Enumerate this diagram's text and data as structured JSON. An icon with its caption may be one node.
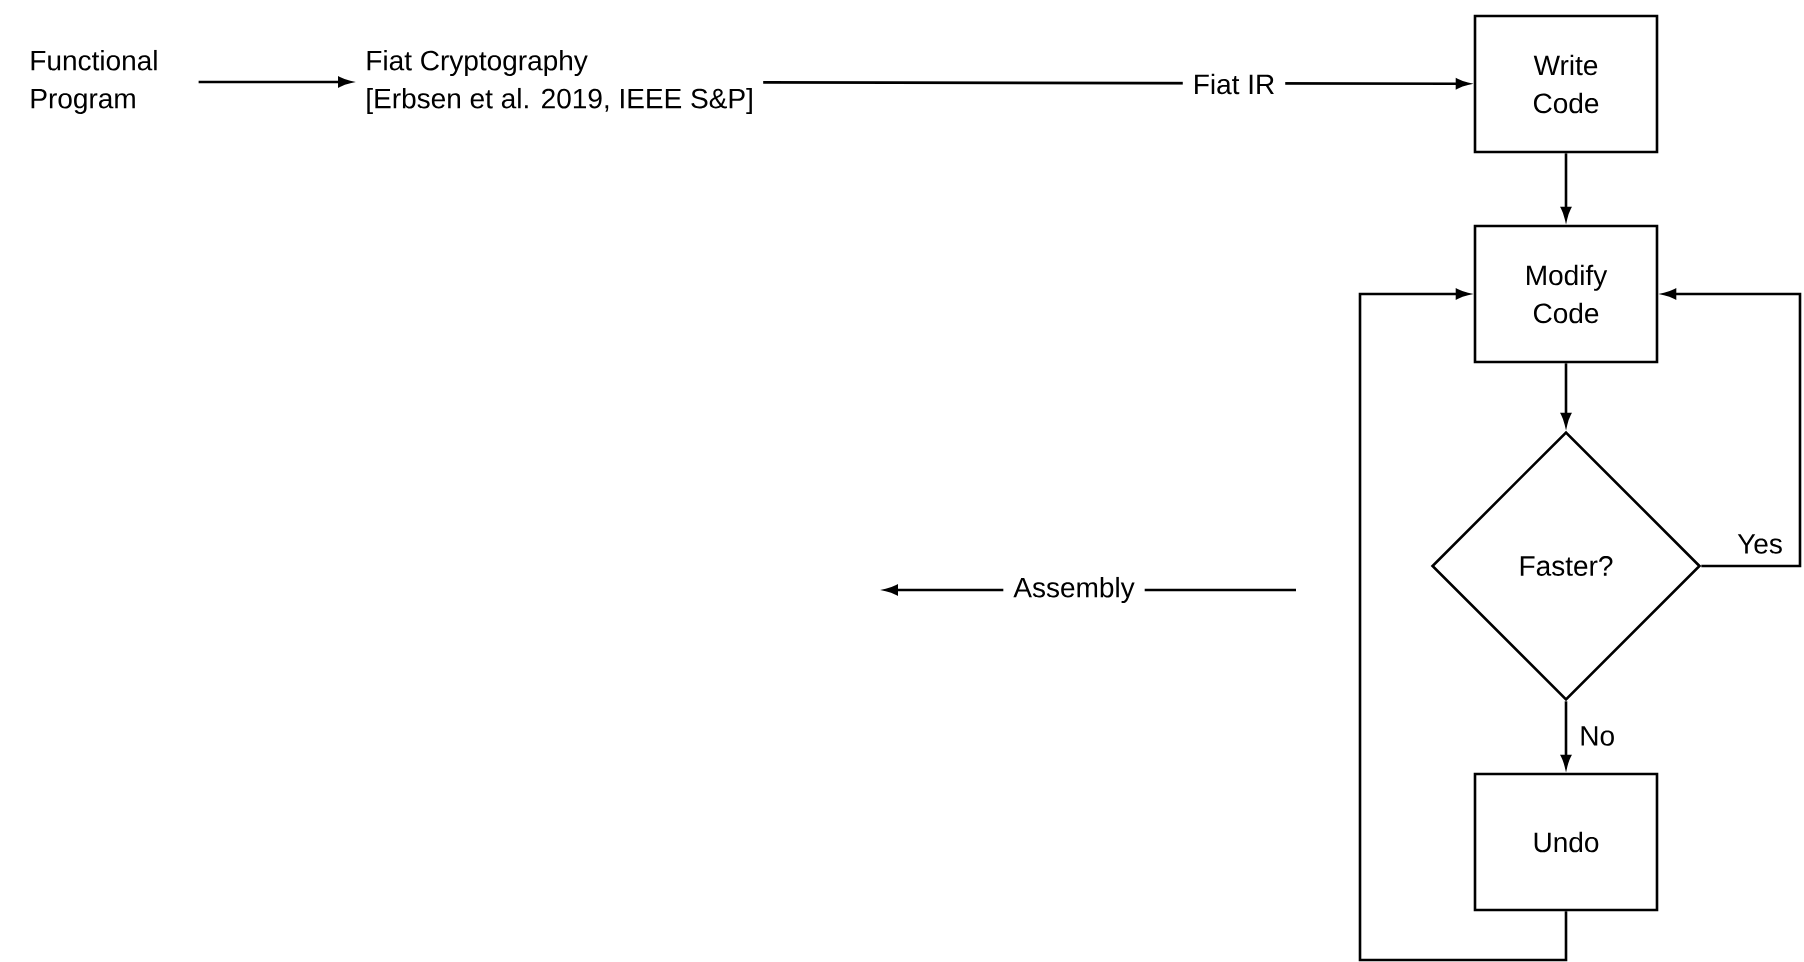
{
  "diagram": {
    "nodes": [
      {
        "text": [
          "Functional Program"
        ]
      },
      {
        "text": [
          "Fiat Cryptography",
          "[Erbsen et al. 2019, IEEE S&P]"
        ]
      },
      {
        "text": [
          "Write Code"
        ]
      },
      {
        "text": [
          "Modify Code"
        ]
      },
      {
        "text": [
          "Faster?"
        ]
      },
      {
        "text": [
          "Undo"
        ]
      }
    ],
    "edges": [
      {
        "from": 0,
        "to": 1,
        "arrow": "to"
      },
      {
        "from": 1,
        "to": 2,
        "arrow": "to",
        "label": "Fiat IR"
      },
      {
        "from": 2,
        "to": 3,
        "arrow": "to"
      },
      {
        "from": 3,
        "to": 4,
        "arrow": "to"
      },
      {
        "from": 4,
        "to": 5,
        "arrow": "to",
        "label": "No"
      },
      {
        "from": 5,
        "to": 3,
        "arrow": "to"
      },
      {
        "from": 4,
        "to": 3,
        "arrow": "to",
        "label": "Yes"
      }
    ],
    "labels": [
      "Assembly"
    ]
  }
}
